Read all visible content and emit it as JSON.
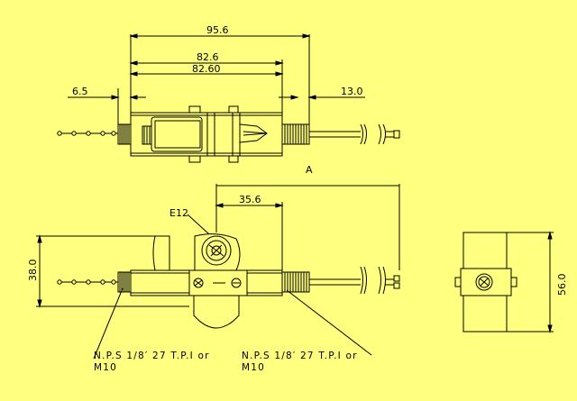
{
  "colors": {
    "background": "#ffff80",
    "line": "#000000"
  },
  "dimensions": {
    "overall_length": "95.6",
    "body_length_a": "82.6",
    "body_length_b": "82.60",
    "left_thread": "6.5",
    "right_thread": "13.0",
    "socket_offset": "35.6",
    "front_height": "38.0",
    "side_height": "56.0"
  },
  "labels": {
    "view_marker": "A",
    "socket_type": "E12",
    "thread_note_left_line1": "N.P.S 1/8′ 27 T.P.I or",
    "thread_note_left_line2": "M10",
    "thread_note_right_line1": "N.P.S 1/8′ 27 T.P.I or",
    "thread_note_right_line2": "M10"
  }
}
